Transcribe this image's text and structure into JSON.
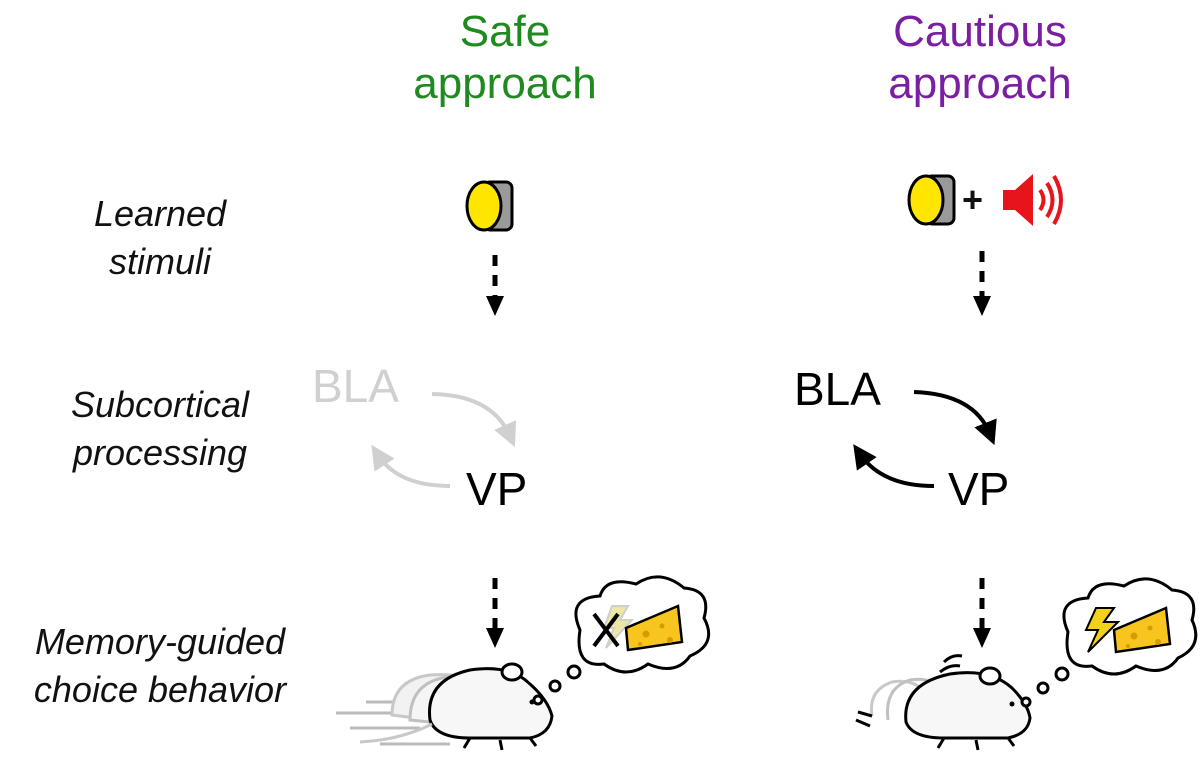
{
  "colors": {
    "safe": "#1f8a1f",
    "cautious": "#7a1fa2",
    "faded": "#cfcfcf",
    "light_yellow": "#ffe600",
    "speaker_red": "#e8141c",
    "cheese": "#f7c51e",
    "bolt": "#f2d21a"
  },
  "columns": {
    "safe": {
      "title_line1": "Safe",
      "title_line2": "approach"
    },
    "cautious": {
      "title_line1": "Cautious",
      "title_line2": "approach"
    }
  },
  "rows": {
    "stimuli": {
      "line1": "Learned",
      "line2": "stimuli"
    },
    "processing": {
      "line1": "Subcortical",
      "line2": "processing"
    },
    "behavior": {
      "line1": "Memory-guided",
      "line2": "choice behavior"
    }
  },
  "nodes": {
    "safe_bla": "BLA",
    "safe_vp": "VP",
    "cautious_bla": "BLA",
    "cautious_vp": "VP"
  },
  "stimulus_plus": "+",
  "icons": {
    "light": "light-cue-icon",
    "tone": "speaker-tone-icon",
    "shock": "lightning-bolt-icon",
    "reward": "cheese-icon",
    "subject": "rat-icon",
    "no_shock": "cross-mark-icon"
  }
}
